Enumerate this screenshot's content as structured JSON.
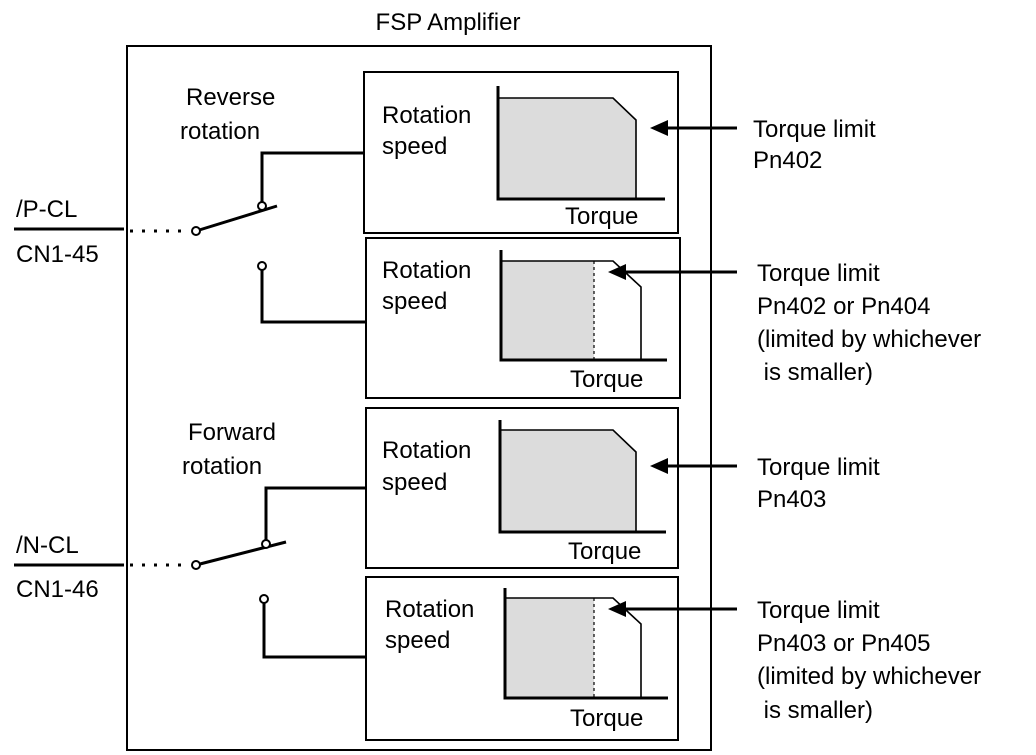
{
  "title": "FSP Amplifier",
  "switches": [
    {
      "signal": "/P-CL",
      "pin": "CN1-45",
      "direction_line1": "Reverse",
      "direction_line2": "rotation",
      "panels": [
        {
          "ylabel_line1": "Rotation",
          "ylabel_line2": "speed",
          "xlabel": "Torque",
          "callout": [
            "Torque limit",
            "Pn402"
          ]
        },
        {
          "ylabel_line1": "Rotation",
          "ylabel_line2": "speed",
          "xlabel": "Torque",
          "callout": [
            "Torque limit",
            "Pn402 or Pn404",
            "(limited by whichever",
            " is smaller)"
          ]
        }
      ]
    },
    {
      "signal": "/N-CL",
      "pin": "CN1-46",
      "direction_line1": "Forward",
      "direction_line2": "rotation",
      "panels": [
        {
          "ylabel_line1": "Rotation",
          "ylabel_line2": "speed",
          "xlabel": "Torque",
          "callout": [
            "Torque limit",
            "Pn403"
          ]
        },
        {
          "ylabel_line1": "Rotation",
          "ylabel_line2": "speed",
          "xlabel": "Torque",
          "callout": [
            "Torque limit",
            "Pn403 or Pn405",
            "(limited by whichever",
            " is smaller)"
          ]
        }
      ]
    }
  ]
}
